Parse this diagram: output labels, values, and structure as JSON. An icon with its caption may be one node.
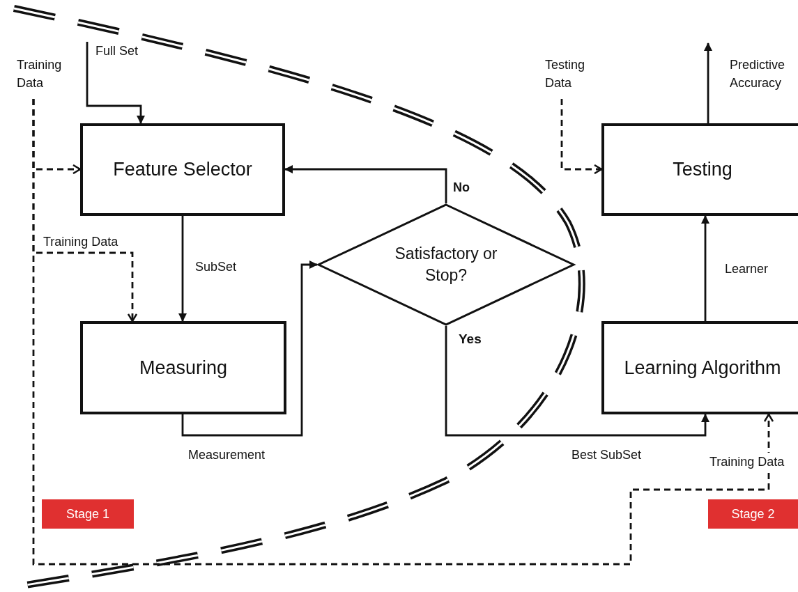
{
  "diagram": {
    "nodes": [
      {
        "text": [
          "Feature Selector"
        ]
      },
      {
        "text": [
          "Measuring"
        ]
      },
      {
        "text": [
          "Satisfactory or Stop?"
        ]
      },
      {
        "text": [
          "Testing"
        ]
      },
      {
        "text": [
          "Learning Algorithm"
        ]
      },
      {
        "text": [
          "Training Data"
        ]
      },
      {
        "text": [
          "Testing Data"
        ]
      },
      {
        "text": [
          "Stage 1"
        ]
      },
      {
        "text": [
          "Stage 2"
        ]
      }
    ],
    "edges": [
      {
        "from": null,
        "to": 0,
        "arrow": "to",
        "label": "Full Set"
      },
      {
        "from": 5,
        "to": 0,
        "arrow": "to",
        "style": "dashed"
      },
      {
        "from": 5,
        "to": 1,
        "arrow": "to",
        "style": "dashed",
        "label": "Training Data"
      },
      {
        "from": 5,
        "to": 4,
        "arrow": "to",
        "style": "dashed",
        "label": "Training Data"
      },
      {
        "from": 6,
        "to": 3,
        "arrow": "to",
        "style": "dashed"
      },
      {
        "from": 0,
        "to": 1,
        "arrow": "to",
        "label": "SubSet"
      },
      {
        "from": 1,
        "to": 2,
        "arrow": "to",
        "label": "Measurement"
      },
      {
        "from": 2,
        "to": 0,
        "arrow": "to",
        "label": "No"
      },
      {
        "from": 2,
        "to": 4,
        "arrow": "to",
        "label": "Best SubSet"
      },
      {
        "from": 4,
        "to": 3,
        "arrow": "to",
        "label": "Learner"
      },
      {
        "from": 3,
        "to": null,
        "arrow": "to",
        "label": "Predictive Accuracy"
      }
    ],
    "labels": [
      "Yes"
    ]
  }
}
